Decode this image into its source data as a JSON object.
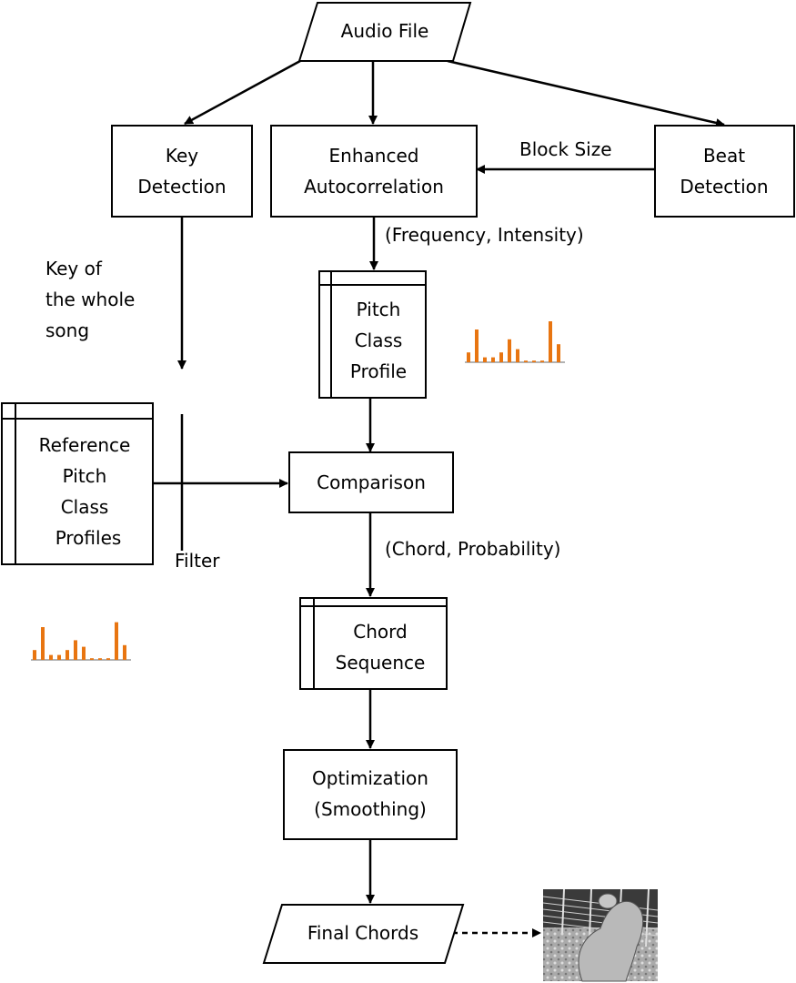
{
  "nodes": {
    "audio_file": "Audio File",
    "key_detection": [
      "Key",
      "Detection"
    ],
    "enhanced_autocorrelation": [
      "Enhanced",
      "Autocorrelation"
    ],
    "beat_detection": [
      "Beat",
      "Detection"
    ],
    "pitch_class_profile": [
      "Pitch",
      "Class",
      "Profile"
    ],
    "reference_pitch_class_profiles": [
      "Reference",
      "Pitch",
      "Class",
      "Profiles"
    ],
    "comparison": "Comparison",
    "chord_sequence": [
      "Chord",
      "Sequence"
    ],
    "optimization": [
      "Optimization",
      "(Smoothing)"
    ],
    "final_chords": "Final Chords"
  },
  "labels": {
    "block_size": "Block Size",
    "frequency_intensity": "(Frequency, Intensity)",
    "key_of_song": [
      "Key of",
      "the whole",
      "song"
    ],
    "filter": "Filter",
    "chord_probability": "(Chord, Probability)"
  },
  "histograms": {
    "pitch_profile_values": [
      0.3,
      1.0,
      0.15,
      0.15,
      0.3,
      0.7,
      0.4,
      0.05,
      0.05,
      0.05,
      1.25,
      0.55
    ],
    "reference_profile_values": [
      0.3,
      1.0,
      0.15,
      0.15,
      0.3,
      0.6,
      0.4,
      0.05,
      0.05,
      0.05,
      1.15,
      0.45
    ],
    "bar_color": "#e87511"
  },
  "image": {
    "subject": "guitar-fretboard-hand"
  }
}
